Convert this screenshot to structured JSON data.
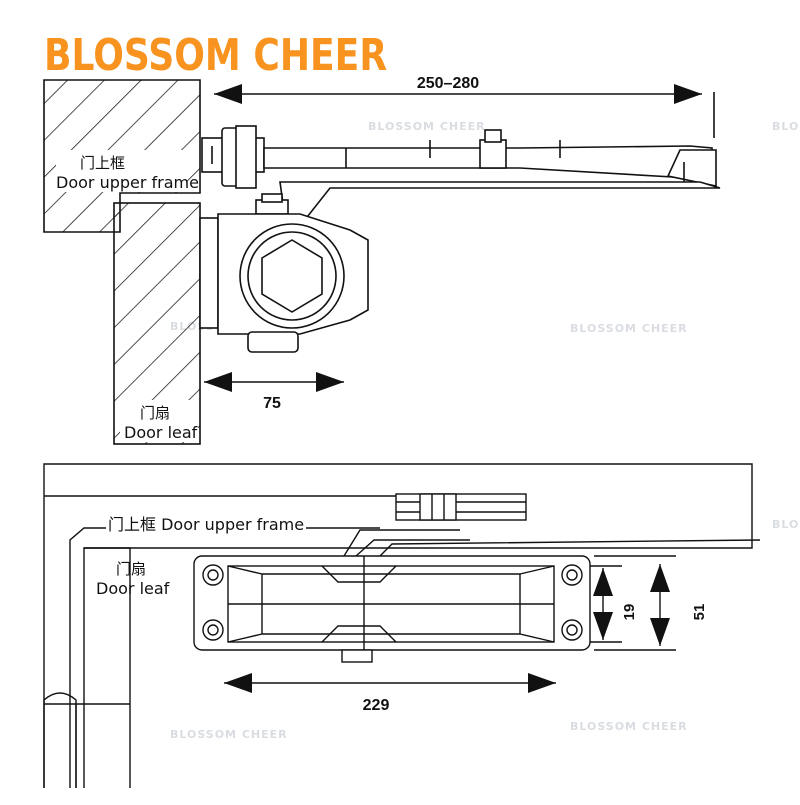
{
  "brand": {
    "name": "BLOSSOM CHEER",
    "color": "#f7931e"
  },
  "watermark": "BLOSSOM CHEER",
  "top_view": {
    "frame_label_cn": "门上框",
    "frame_label_en": "Door upper frame",
    "leaf_label_cn": "门扇",
    "leaf_label_en": "Door leaf",
    "arm_length_dim": "250–280",
    "body_offset_dim": "75"
  },
  "front_view": {
    "frame_label": "门上框 Door upper frame",
    "leaf_label_cn": "门扇",
    "leaf_label_en": "Door leaf",
    "body_length_dim": "229",
    "inner_height_dim": "19",
    "outer_height_dim": "51"
  }
}
